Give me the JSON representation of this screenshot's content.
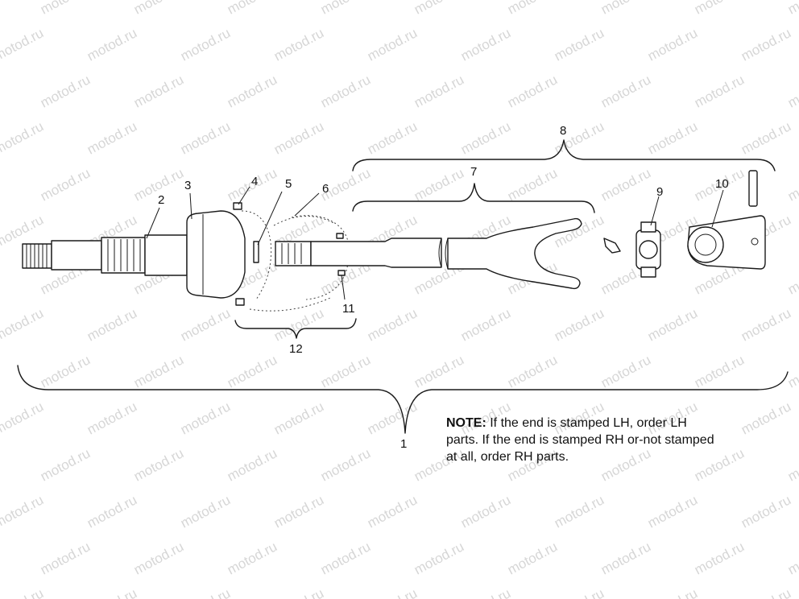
{
  "watermark": "motod.ru",
  "callouts": {
    "c1": "1",
    "c2": "2",
    "c3": "3",
    "c4": "4",
    "c5": "5",
    "c6": "6",
    "c7": "7",
    "c8": "8",
    "c9": "9",
    "c10": "10",
    "c11": "11",
    "c12": "12"
  },
  "note": {
    "label": "NOTE:",
    "text": "If the end is stamped LH, order LH parts.  If the end is stamped RH or-not stamped at all, order RH parts."
  }
}
